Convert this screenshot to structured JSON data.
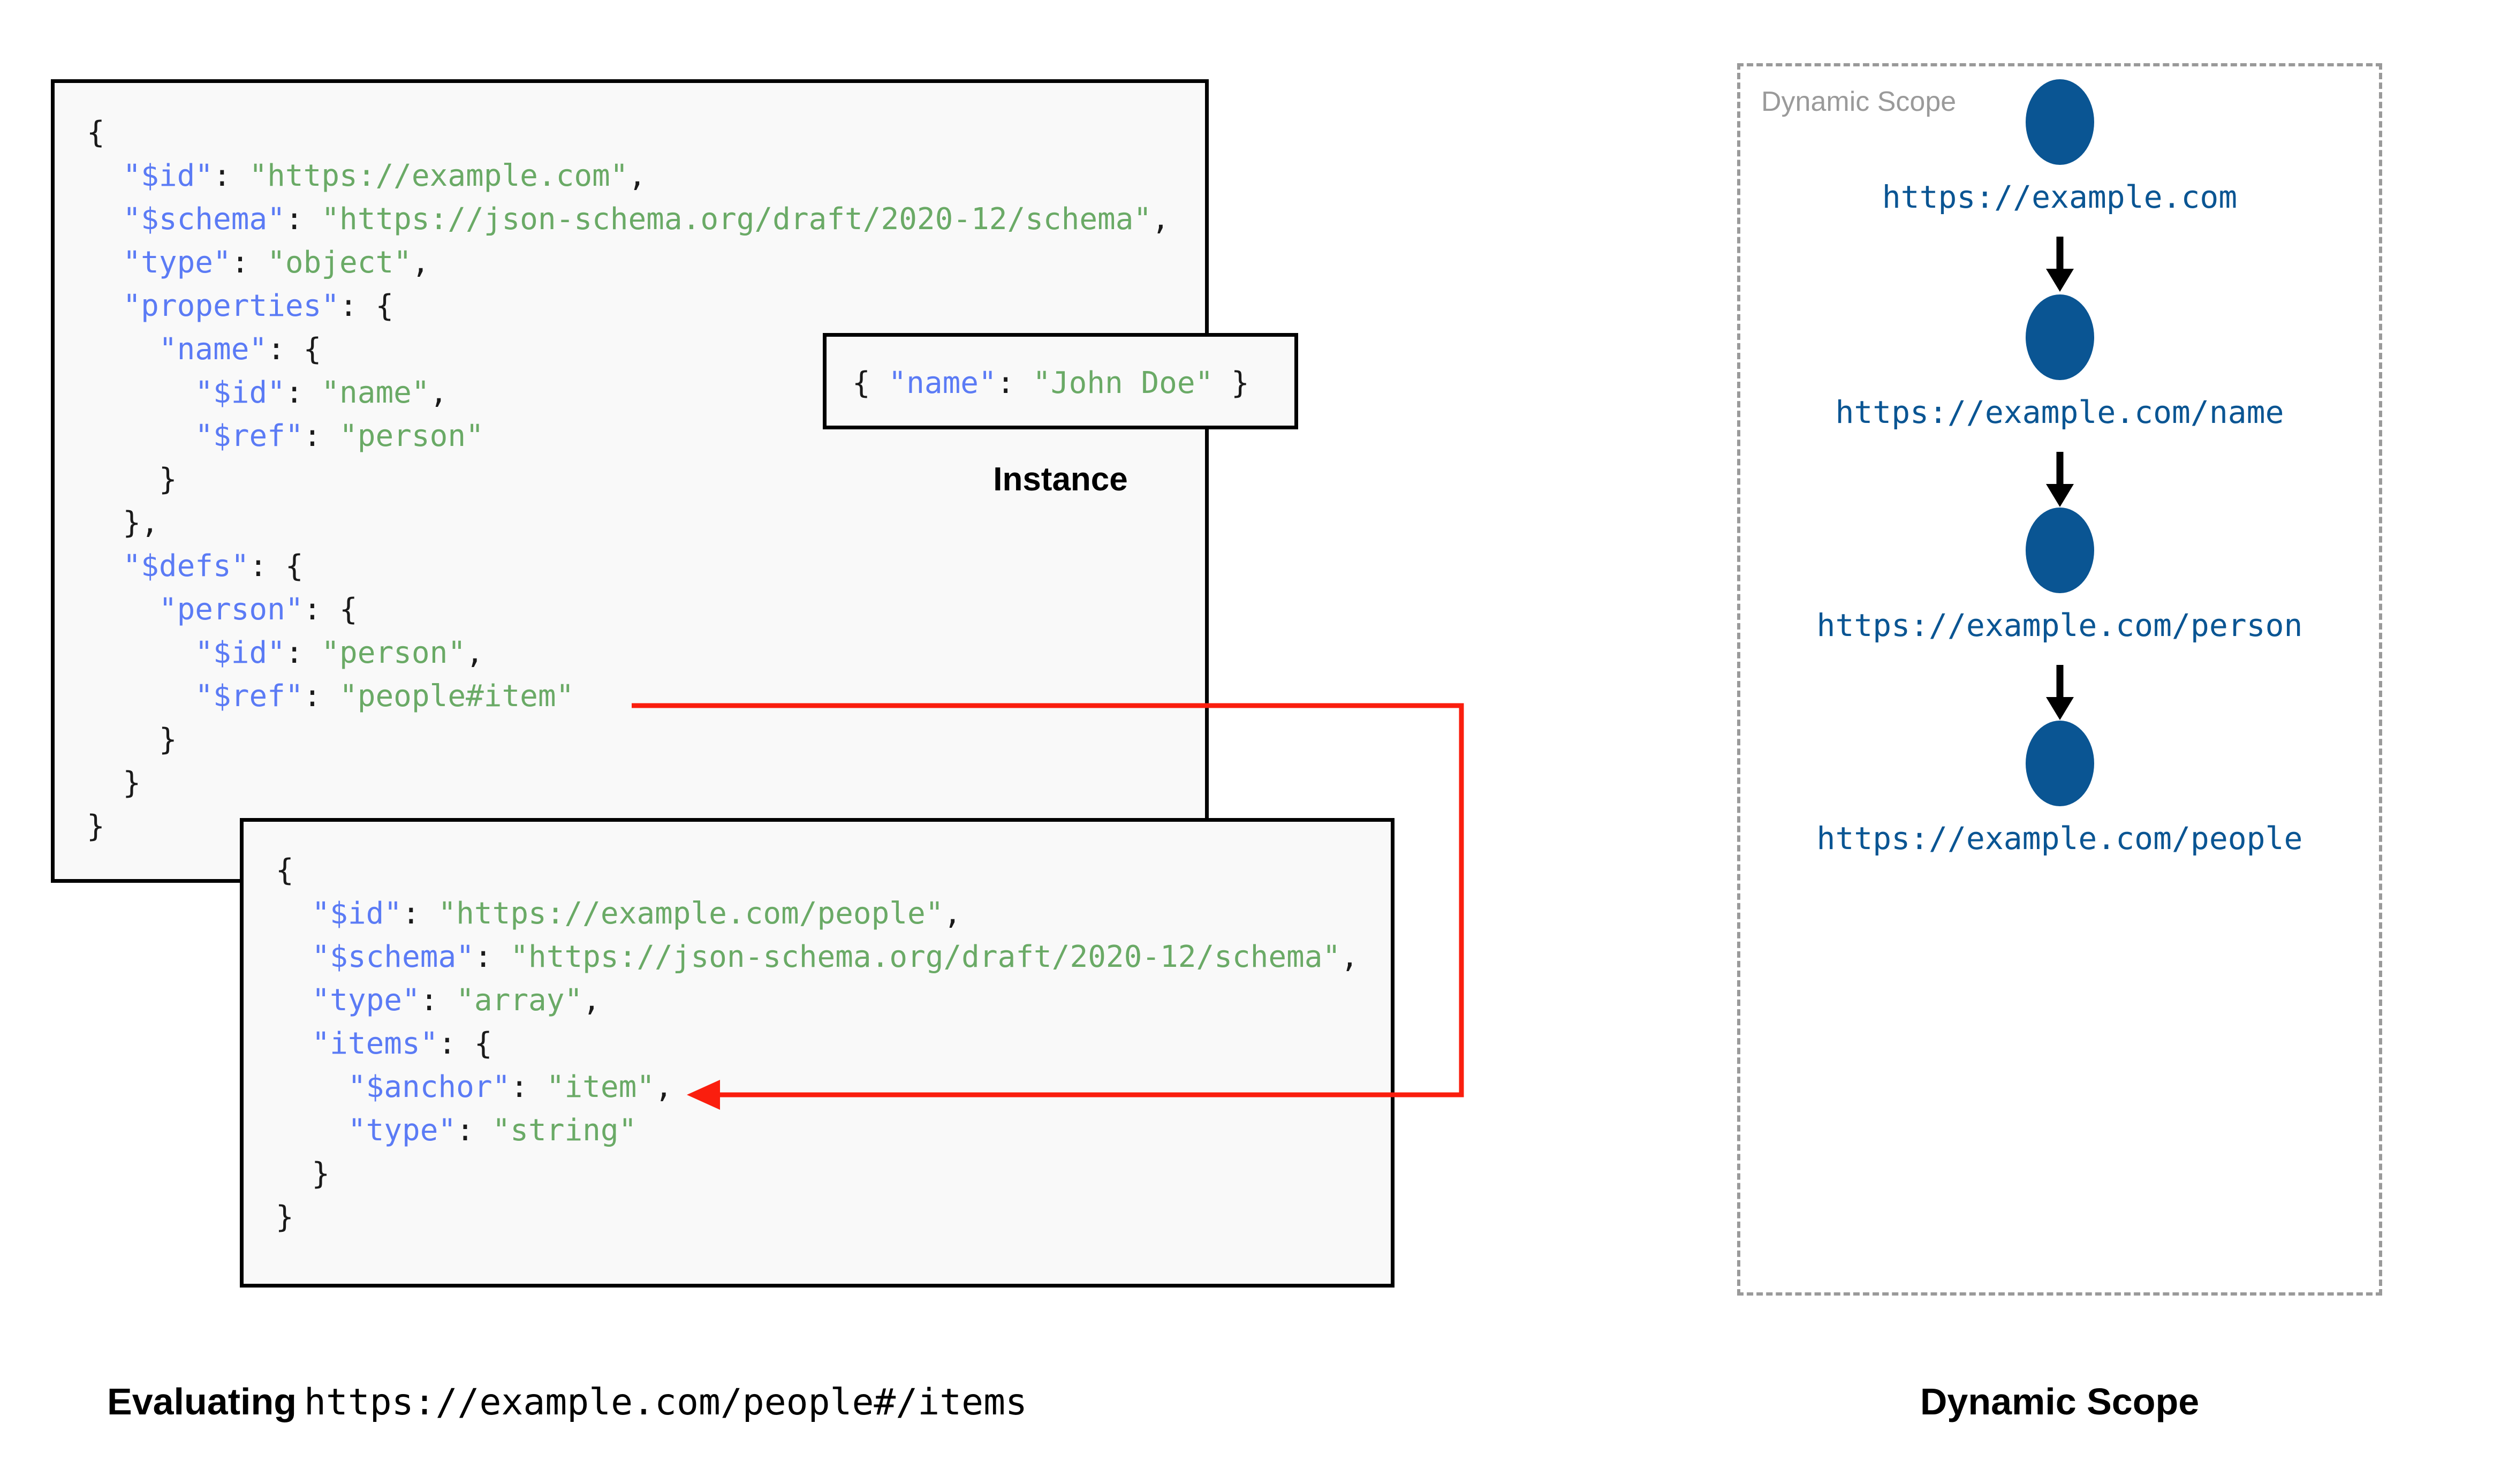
{
  "schema_box": {
    "lines": [
      [
        {
          "t": "{",
          "c": "p"
        }
      ],
      [
        {
          "t": "  ",
          "c": "p"
        },
        {
          "t": "\"$id\"",
          "c": "k"
        },
        {
          "t": ": ",
          "c": "p"
        },
        {
          "t": "\"https://example.com\"",
          "c": "s"
        },
        {
          "t": ",",
          "c": "p"
        }
      ],
      [
        {
          "t": "  ",
          "c": "p"
        },
        {
          "t": "\"$schema\"",
          "c": "k"
        },
        {
          "t": ": ",
          "c": "p"
        },
        {
          "t": "\"https://json-schema.org/draft/2020-12/schema\"",
          "c": "s"
        },
        {
          "t": ",",
          "c": "p"
        }
      ],
      [
        {
          "t": "  ",
          "c": "p"
        },
        {
          "t": "\"type\"",
          "c": "k"
        },
        {
          "t": ": ",
          "c": "p"
        },
        {
          "t": "\"object\"",
          "c": "s"
        },
        {
          "t": ",",
          "c": "p"
        }
      ],
      [
        {
          "t": "  ",
          "c": "p"
        },
        {
          "t": "\"properties\"",
          "c": "k"
        },
        {
          "t": ": {",
          "c": "p"
        }
      ],
      [
        {
          "t": "    ",
          "c": "p"
        },
        {
          "t": "\"name\"",
          "c": "k"
        },
        {
          "t": ": {",
          "c": "p"
        }
      ],
      [
        {
          "t": "      ",
          "c": "p"
        },
        {
          "t": "\"$id\"",
          "c": "k"
        },
        {
          "t": ": ",
          "c": "p"
        },
        {
          "t": "\"name\"",
          "c": "s"
        },
        {
          "t": ",",
          "c": "p"
        }
      ],
      [
        {
          "t": "      ",
          "c": "p"
        },
        {
          "t": "\"$ref\"",
          "c": "k"
        },
        {
          "t": ": ",
          "c": "p"
        },
        {
          "t": "\"person\"",
          "c": "s"
        }
      ],
      [
        {
          "t": "    }",
          "c": "p"
        }
      ],
      [
        {
          "t": "  },",
          "c": "p"
        }
      ],
      [
        {
          "t": "  ",
          "c": "p"
        },
        {
          "t": "\"$defs\"",
          "c": "k"
        },
        {
          "t": ": {",
          "c": "p"
        }
      ],
      [
        {
          "t": "    ",
          "c": "p"
        },
        {
          "t": "\"person\"",
          "c": "k"
        },
        {
          "t": ": {",
          "c": "p"
        }
      ],
      [
        {
          "t": "      ",
          "c": "p"
        },
        {
          "t": "\"$id\"",
          "c": "k"
        },
        {
          "t": ": ",
          "c": "p"
        },
        {
          "t": "\"person\"",
          "c": "s"
        },
        {
          "t": ",",
          "c": "p"
        }
      ],
      [
        {
          "t": "      ",
          "c": "p"
        },
        {
          "t": "\"$ref\"",
          "c": "k"
        },
        {
          "t": ": ",
          "c": "p"
        },
        {
          "t": "\"people#item\"",
          "c": "s"
        }
      ],
      [
        {
          "t": "    }",
          "c": "p"
        }
      ],
      [
        {
          "t": "  }",
          "c": "p"
        }
      ],
      [
        {
          "t": "}",
          "c": "p"
        }
      ]
    ]
  },
  "instance_box": {
    "lines": [
      [
        {
          "t": "{ ",
          "c": "p"
        },
        {
          "t": "\"name\"",
          "c": "k"
        },
        {
          "t": ": ",
          "c": "p"
        },
        {
          "t": "\"John Doe\"",
          "c": "s"
        },
        {
          "t": " }",
          "c": "p"
        }
      ]
    ],
    "caption": "Instance"
  },
  "people_box": {
    "lines": [
      [
        {
          "t": "{",
          "c": "p"
        }
      ],
      [
        {
          "t": "  ",
          "c": "p"
        },
        {
          "t": "\"$id\"",
          "c": "k"
        },
        {
          "t": ": ",
          "c": "p"
        },
        {
          "t": "\"https://example.com/people\"",
          "c": "s"
        },
        {
          "t": ",",
          "c": "p"
        }
      ],
      [
        {
          "t": "  ",
          "c": "p"
        },
        {
          "t": "\"$schema\"",
          "c": "k"
        },
        {
          "t": ": ",
          "c": "p"
        },
        {
          "t": "\"https://json-schema.org/draft/2020-12/schema\"",
          "c": "s"
        },
        {
          "t": ",",
          "c": "p"
        }
      ],
      [
        {
          "t": "  ",
          "c": "p"
        },
        {
          "t": "\"type\"",
          "c": "k"
        },
        {
          "t": ": ",
          "c": "p"
        },
        {
          "t": "\"array\"",
          "c": "s"
        },
        {
          "t": ",",
          "c": "p"
        }
      ],
      [
        {
          "t": "  ",
          "c": "p"
        },
        {
          "t": "\"items\"",
          "c": "k"
        },
        {
          "t": ": {",
          "c": "p"
        }
      ],
      [
        {
          "t": "    ",
          "c": "p"
        },
        {
          "t": "\"$anchor\"",
          "c": "k"
        },
        {
          "t": ": ",
          "c": "p"
        },
        {
          "t": "\"item\"",
          "c": "s"
        },
        {
          "t": ",",
          "c": "p"
        }
      ],
      [
        {
          "t": "    ",
          "c": "p"
        },
        {
          "t": "\"type\"",
          "c": "k"
        },
        {
          "t": ": ",
          "c": "p"
        },
        {
          "t": "\"string\"",
          "c": "s"
        }
      ],
      [
        {
          "t": "  }",
          "c": "p"
        }
      ],
      [
        {
          "t": "}",
          "c": "p"
        }
      ]
    ]
  },
  "left_caption": {
    "bold_word": "Evaluating",
    "url": "https://example.com/people#/items"
  },
  "scope_panel": {
    "inner_label": "Dynamic Scope",
    "caption": "Dynamic Scope",
    "nodes": [
      {
        "label": "https://example.com"
      },
      {
        "label": "https://example.com/name"
      },
      {
        "label": "https://example.com/person"
      },
      {
        "label": "https://example.com/people"
      }
    ]
  },
  "colors": {
    "key": "#5b7bf5",
    "string": "#6aaa66",
    "node_blue": "#0a5593",
    "ref_arrow_red": "#fa1e0e",
    "dashed_border": "#9a9a9a",
    "box_border": "#000000",
    "box_bg": "#f9f9f9"
  }
}
